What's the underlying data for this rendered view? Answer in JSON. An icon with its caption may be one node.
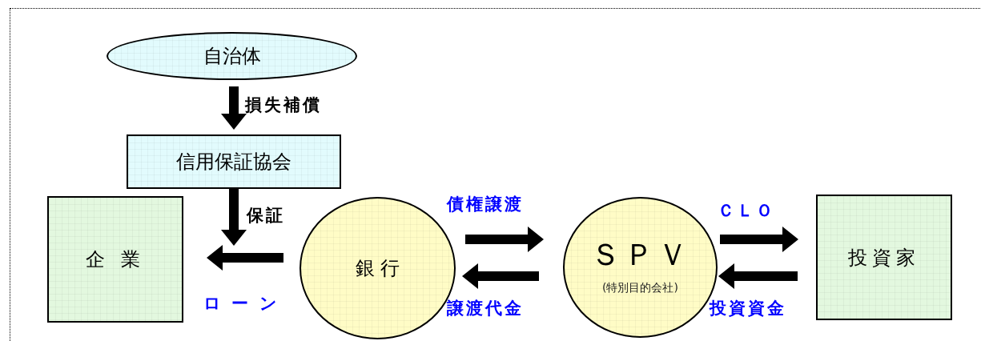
{
  "diagram": {
    "nodes": [
      {
        "text": [
          "自治体"
        ]
      },
      {
        "text": [
          "信用保証協会"
        ]
      },
      {
        "text": [
          "企 業"
        ]
      },
      {
        "text": [
          "銀 行"
        ]
      },
      {
        "text": [
          "ＳＰＶ",
          "(特別目的会社)"
        ]
      },
      {
        "text": [
          "投資家"
        ]
      }
    ],
    "edges": [
      {
        "from": 0,
        "to": 1,
        "arrow": "to",
        "label": "損失補償"
      },
      {
        "from": 1,
        "to": null,
        "arrow": "to",
        "label": "保証"
      },
      {
        "from": 3,
        "to": 2,
        "arrow": "to",
        "label": "ロ ー ン"
      },
      {
        "from": 3,
        "to": 4,
        "arrow": "to",
        "label": "債権譲渡"
      },
      {
        "from": 4,
        "to": 3,
        "arrow": "to",
        "label": "譲渡代金"
      },
      {
        "from": 4,
        "to": 5,
        "arrow": "to",
        "label": "ＣＬＯ"
      },
      {
        "from": 5,
        "to": 4,
        "arrow": "to",
        "label": "投資資金"
      }
    ]
  }
}
